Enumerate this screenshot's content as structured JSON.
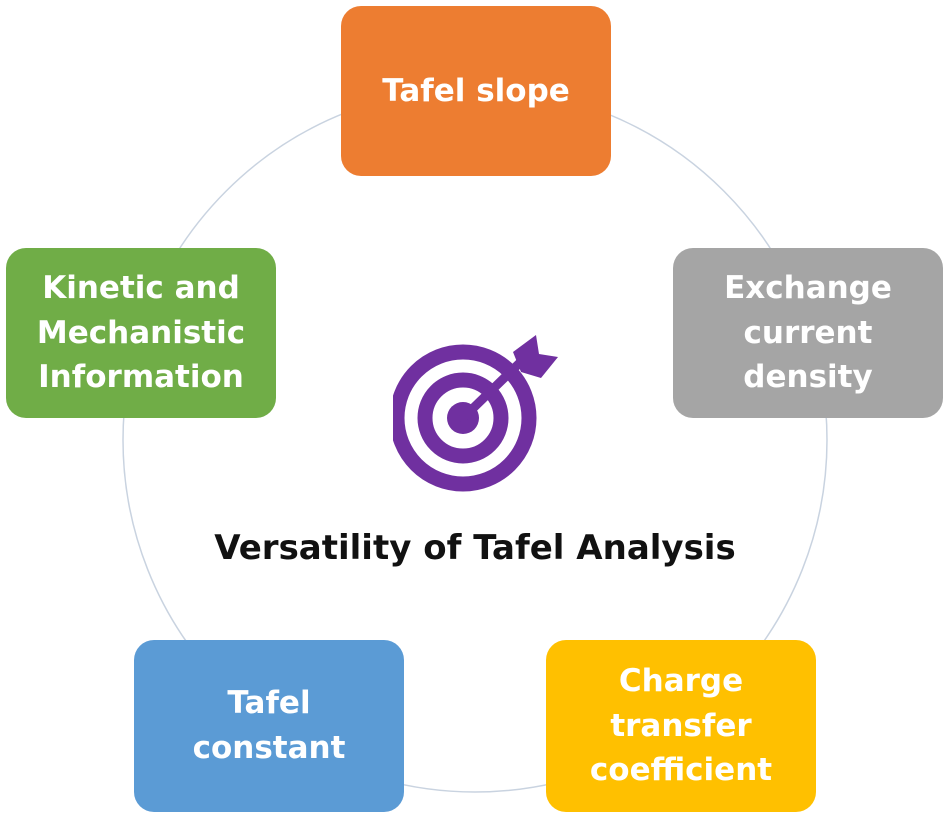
{
  "diagram": {
    "center_title": "Versatility of Tafel Analysis",
    "center_icon": "target-arrow-icon",
    "nodes": [
      {
        "id": "top",
        "label": "Tafel slope",
        "color": "#ED7D31"
      },
      {
        "id": "right",
        "label": "Exchange\ncurrent\ndensity",
        "color": "#A5A5A5"
      },
      {
        "id": "bottom-right",
        "label": "Charge\ntransfer\ncoefficient",
        "color": "#FFC000"
      },
      {
        "id": "bottom-left",
        "label": "Tafel\nconstant",
        "color": "#5B9BD5"
      },
      {
        "id": "left",
        "label": "Kinetic and\nMechanistic\nInformation",
        "color": "#70AD47"
      }
    ],
    "icon_color": "#7030A0",
    "ring_color": "#C9D3E0"
  }
}
